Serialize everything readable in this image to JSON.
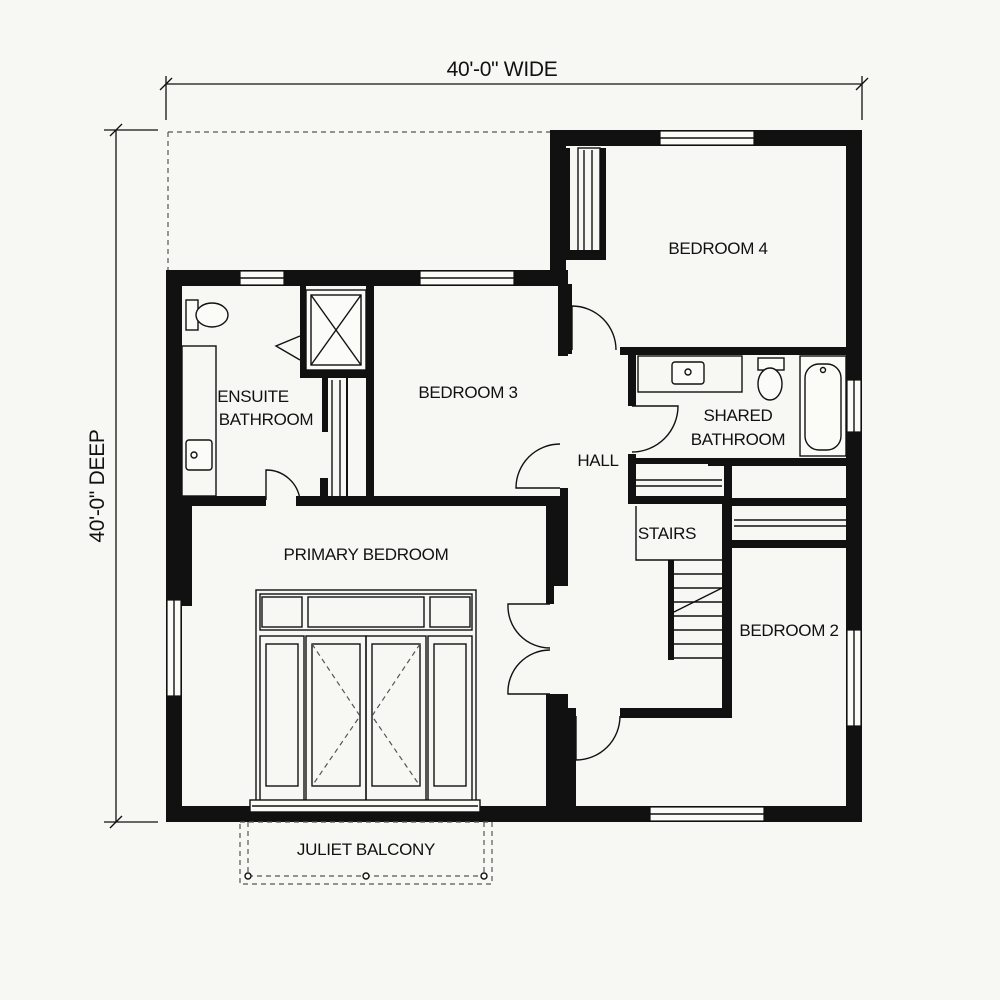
{
  "dimensions": {
    "width_label": "40'-0\" WIDE",
    "depth_label": "40'-0\" DEEP"
  },
  "rooms": {
    "bedroom_4": "BEDROOM 4",
    "bedroom_3": "BEDROOM 3",
    "ensuite_line1": "ENSUITE",
    "ensuite_line2": "BATHROOM",
    "hall": "HALL",
    "shared_line1": "SHARED",
    "shared_line2": "BATHROOM",
    "stairs": "STAIRS",
    "primary_bedroom": "PRIMARY BEDROOM",
    "bedroom_2": "BEDROOM 2",
    "juliet_balcony": "JULIET BALCONY"
  }
}
